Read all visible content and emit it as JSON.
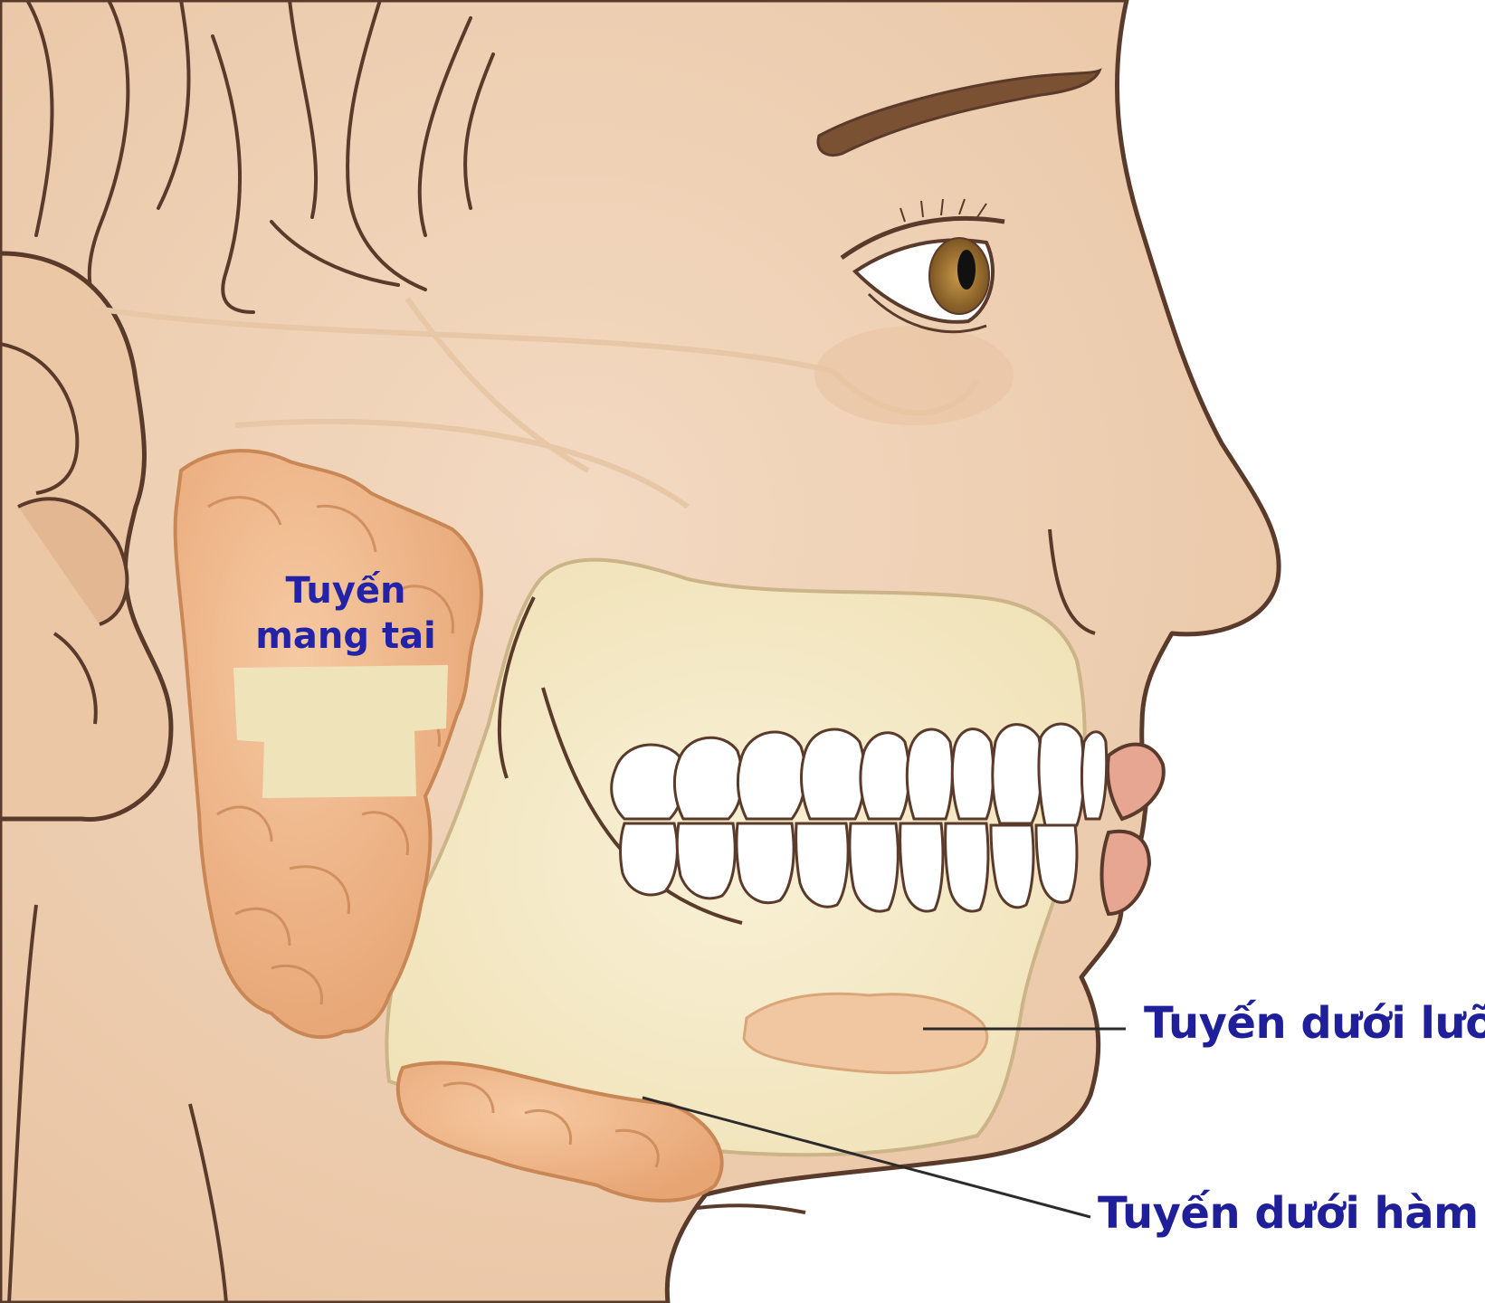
{
  "labels": {
    "parotid": {
      "line1": "Tuyến",
      "line2": "mang tai"
    },
    "sublingual": "Tuyến dưới lưỡi",
    "submandibular": "Tuyến dưới hàm"
  },
  "colors": {
    "skin": "#f1d4b8",
    "outline": "#5a3a2a",
    "gland": "#eeb389",
    "bone": "#f6ecc9",
    "teeth": "#ffffff",
    "label_text": "#1f1f9a",
    "iris": "#a97a33",
    "eyebrow": "#7a5132"
  }
}
